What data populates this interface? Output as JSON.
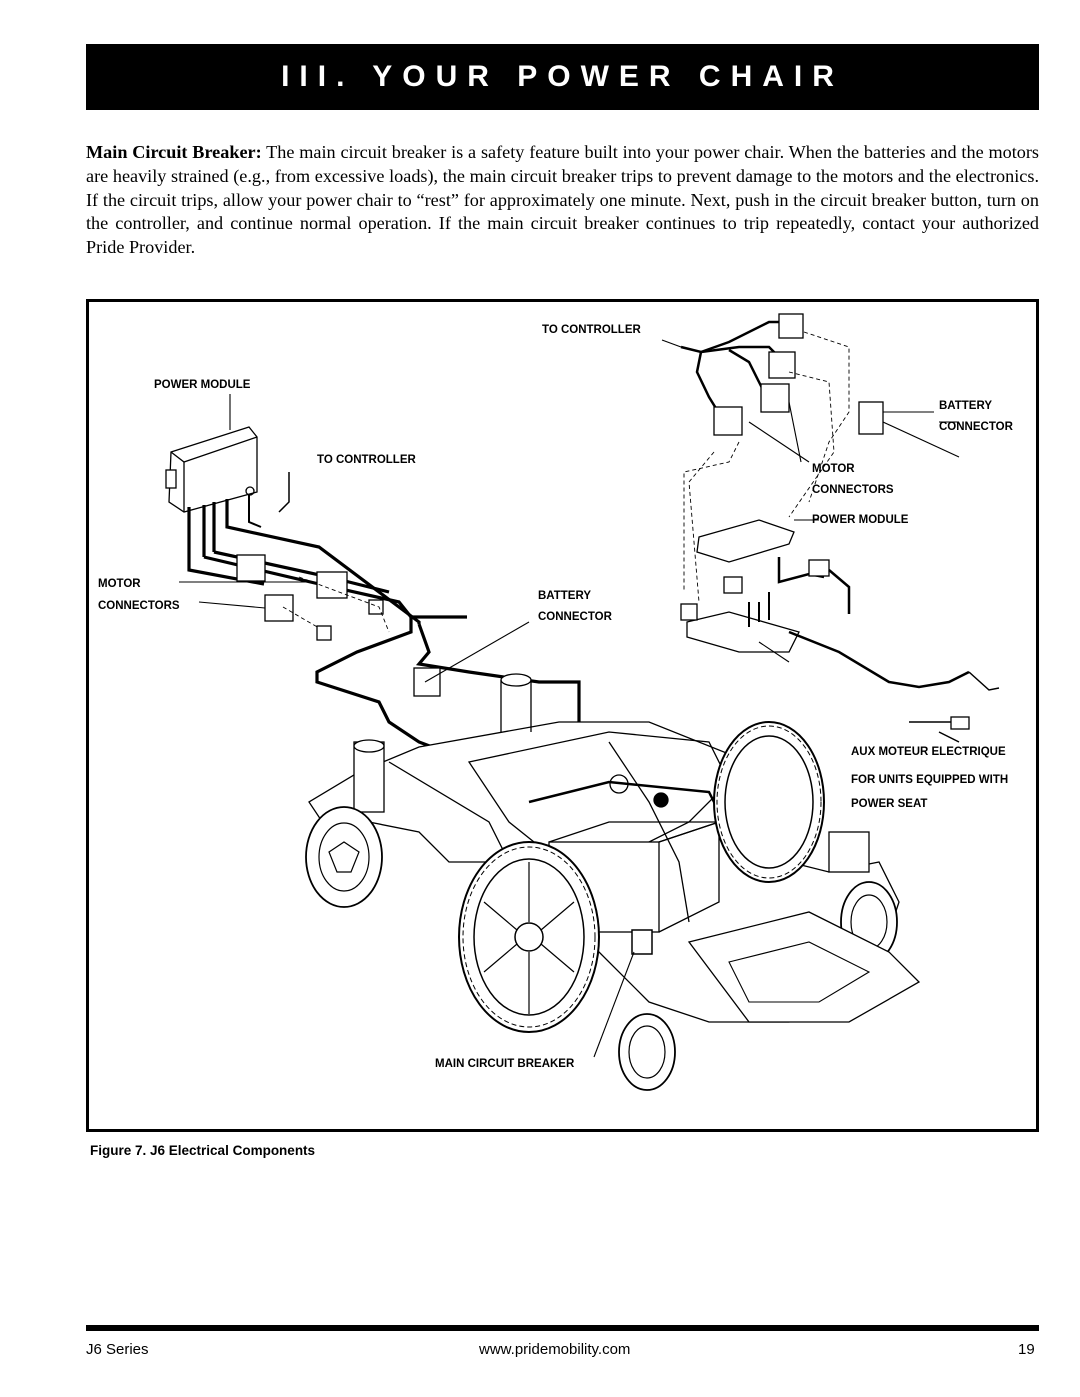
{
  "header": {
    "title": "III. YOUR POWER CHAIR"
  },
  "body": {
    "lead": "Main Circuit Breaker:",
    "text": " The main circuit breaker is a safety feature built into your power chair. When the batteries and the motors are heavily strained (e.g., from excessive loads), the main circuit breaker trips to prevent damage to the motors and the electronics. If the circuit trips, allow your power chair to “rest” for approximately one minute. Next, push in the circuit breaker button, turn on the controller, and continue normal operation. If the main circuit breaker continues to trip repeatedly, contact your authorized Pride Provider."
  },
  "figure": {
    "labels": {
      "to_controller_top": "TO CONTROLLER",
      "power_module_left": "POWER MODULE",
      "to_controller_left": "TO CONTROLLER",
      "battery_connector_right_1": "BATTERY",
      "battery_connector_right_2": "CONNECTOR",
      "motor_connectors_right_1": "MOTOR",
      "motor_connectors_right_2": "CONNECTORS",
      "power_module_right": "POWER MODULE",
      "motor_connectors_left_1": "MOTOR",
      "motor_connectors_left_2": "CONNECTORS",
      "battery_connector_mid_1": "BATTERY",
      "battery_connector_mid_2": "CONNECTOR",
      "aux_1": "AUX MOTEUR ELECTRIQUE",
      "aux_2": "FOR UNITS EQUIPPED WITH",
      "aux_3": "POWER SEAT",
      "main_circuit_breaker": "MAIN CIRCUIT BREAKER"
    },
    "caption": "Figure 7. J6 Electrical Components"
  },
  "footer": {
    "series": "J6 Series",
    "url": "www.pridemobility.com",
    "page": "19"
  }
}
